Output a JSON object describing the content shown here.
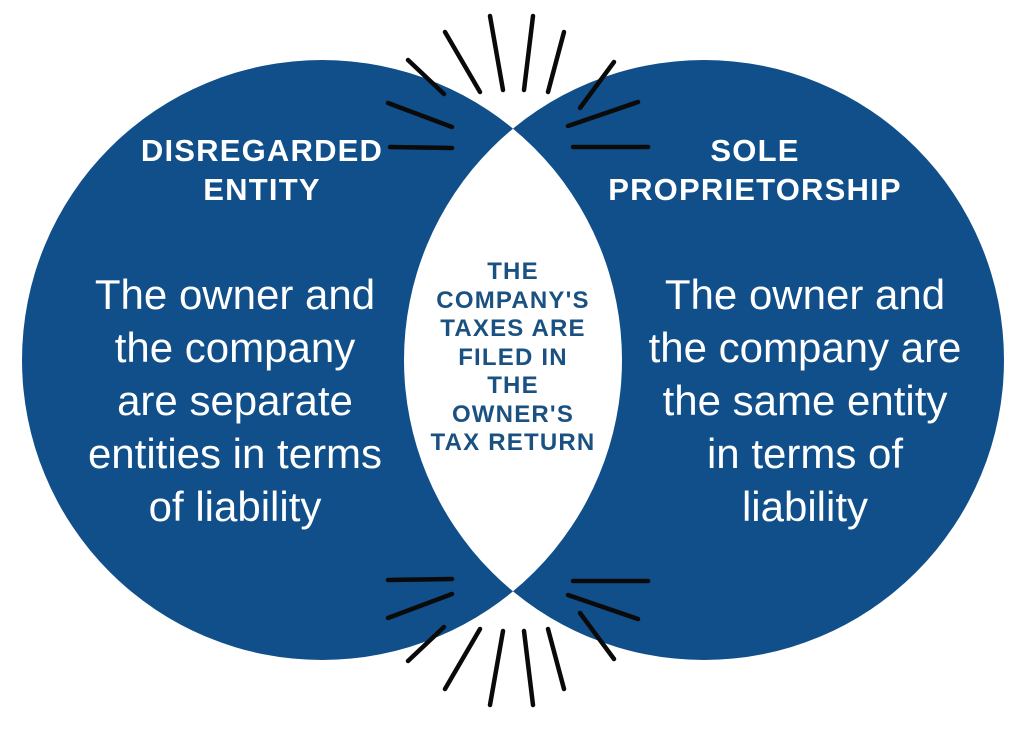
{
  "colors": {
    "background": "#ffffff",
    "circle": "#104f8a",
    "label": "#ffffff",
    "center-text": "#1b5180",
    "burst": "#0a0a0a"
  },
  "left_circle": {
    "title_lines": [
      "DISREGARDED",
      "ENTITY"
    ],
    "title": "DISREGARDED ENTITY",
    "body_lines": [
      "The owner and",
      "the company",
      "are separate",
      "entities in terms",
      "of liability"
    ],
    "body": "The owner and the company are separate entities in terms of liability"
  },
  "right_circle": {
    "title_lines": [
      "SOLE",
      "PROPRIETORSHIP"
    ],
    "title": "SOLE PROPRIETORSHIP",
    "body_lines": [
      "The owner and",
      "the company are",
      "the same entity",
      "in terms of",
      "liability"
    ],
    "body": "The owner and the company are the same entity in terms of liability"
  },
  "center_overlap": {
    "lines": [
      "THE",
      "COMPANY'S",
      "TAXES ARE",
      "FILED IN",
      "THE",
      "OWNER'S",
      "TAX RETURN"
    ],
    "text": "THE COMPANY'S TAXES ARE FILED IN THE OWNER'S TAX RETURN"
  },
  "icons": {
    "top": "burst-lines-icon",
    "bottom": "burst-lines-icon"
  }
}
